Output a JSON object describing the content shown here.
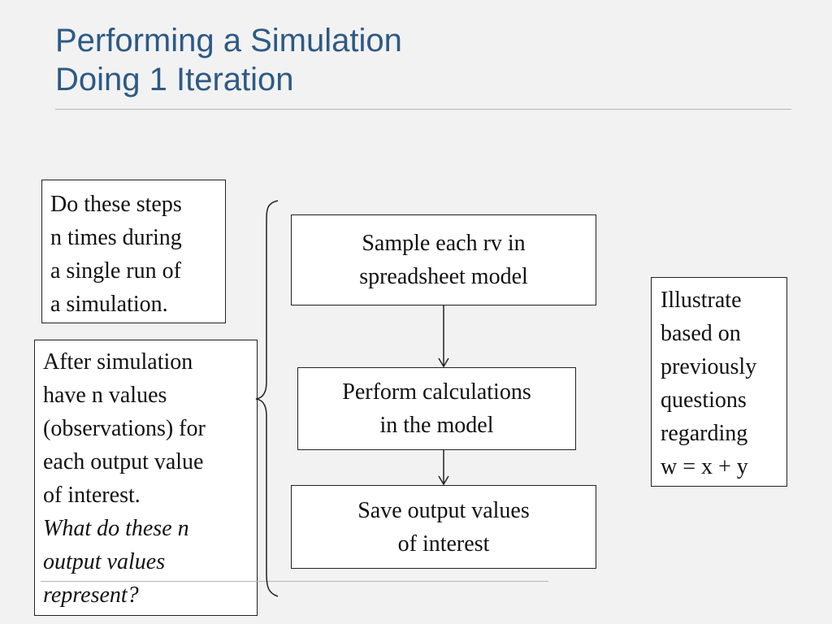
{
  "header": {
    "title_line1": "Performing a Simulation",
    "title_line2": "Doing 1 Iteration"
  },
  "left": {
    "steps_note": {
      "lines": [
        "Do these steps",
        "n times during",
        "a single run of",
        "a simulation."
      ]
    },
    "after_note": {
      "lines": [
        "After simulation",
        "have n values",
        "(observations) for",
        "each output value",
        "of interest."
      ],
      "question_lines": [
        "What do these n",
        "output values",
        "represent?"
      ]
    }
  },
  "flow": {
    "step1": [
      "Sample each rv in",
      "spreadsheet model"
    ],
    "step2": [
      "Perform calculations",
      "in the model"
    ],
    "step3": [
      "Save output values",
      "of interest"
    ]
  },
  "right_note": {
    "lines": [
      "Illustrate",
      "based on",
      "previously",
      "questions",
      "regarding",
      "w = x + y"
    ]
  }
}
